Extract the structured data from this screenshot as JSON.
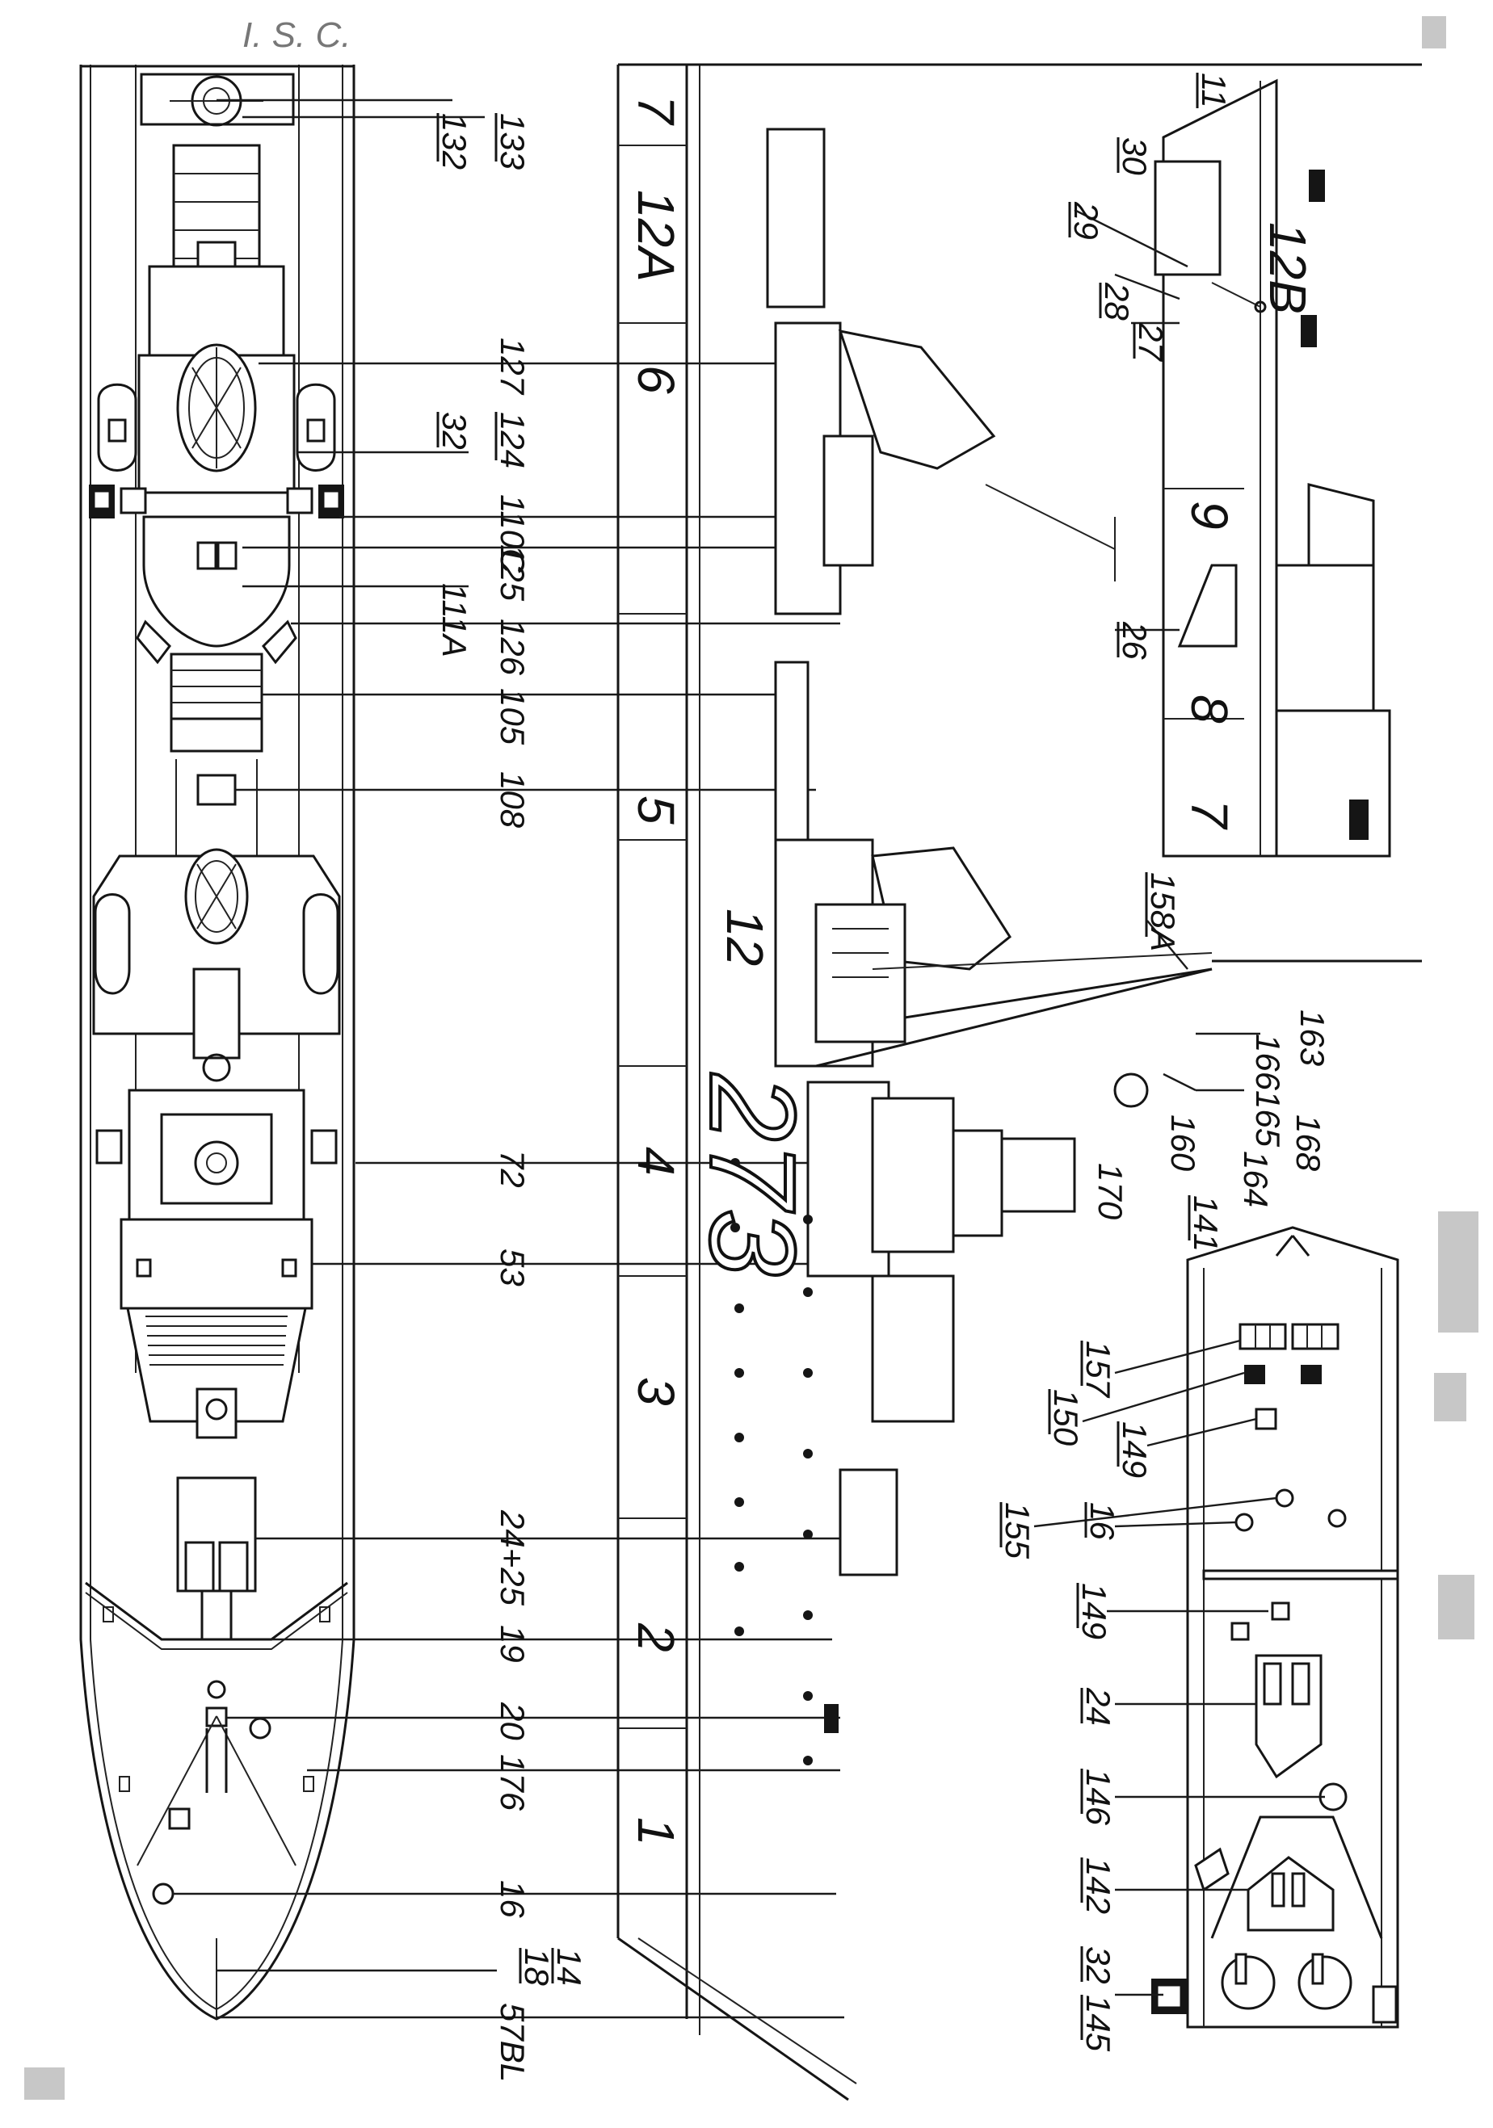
{
  "page": {
    "handwritten_note": "I. S. C.",
    "ink_color": "#151515",
    "paper_color": "#ffffff"
  },
  "plan_view": {
    "callouts": [
      {
        "label": "132",
        "underline": true
      },
      {
        "label": "133",
        "underline": true
      },
      {
        "label": "127",
        "underline": false
      },
      {
        "label": "32",
        "underline": true
      },
      {
        "label": "124",
        "underline": true
      },
      {
        "label": "110C",
        "underline": false
      },
      {
        "label": "125",
        "underline": false
      },
      {
        "label": "111A",
        "underline": false
      },
      {
        "label": "126",
        "underline": false
      },
      {
        "label": "105",
        "underline": false
      },
      {
        "label": "108",
        "underline": false
      },
      {
        "label": "72",
        "underline": false
      },
      {
        "label": "53",
        "underline": false
      },
      {
        "label": "24+25",
        "underline": false
      },
      {
        "label": "19",
        "underline": false
      },
      {
        "label": "20",
        "underline": false
      },
      {
        "label": "176",
        "underline": false
      },
      {
        "label": "16",
        "underline": false
      },
      {
        "label": "18",
        "underline": true
      },
      {
        "label": "14",
        "underline": true
      },
      {
        "label": "57BL",
        "underline": false
      }
    ]
  },
  "profile_view": {
    "hull_number": "273",
    "section_labels": [
      "7",
      "12A",
      "6",
      "5",
      "12",
      "4",
      "3",
      "2",
      "1"
    ],
    "callouts": [
      {
        "label": "158A",
        "underline": true
      },
      {
        "label": "163",
        "underline": false
      },
      {
        "label": "166",
        "underline": false
      },
      {
        "label": "165",
        "underline": false
      },
      {
        "label": "168",
        "underline": false
      },
      {
        "label": "164",
        "underline": false
      },
      {
        "label": "160",
        "underline": false
      },
      {
        "label": "170",
        "underline": false
      }
    ]
  },
  "stern_detail": {
    "section_labels": [
      "12B",
      "9",
      "8",
      "7"
    ],
    "callouts": [
      {
        "label": "11",
        "underline": true
      },
      {
        "label": "30",
        "underline": true
      },
      {
        "label": "29",
        "underline": true
      },
      {
        "label": "28",
        "underline": true
      },
      {
        "label": "27",
        "underline": true
      },
      {
        "label": "26",
        "underline": true
      }
    ]
  },
  "bow_detail": {
    "callouts": [
      {
        "label": "141",
        "underline": true
      },
      {
        "label": "157",
        "underline": true
      },
      {
        "label": "150",
        "underline": true
      },
      {
        "label": "149",
        "underline": true
      },
      {
        "label": "155",
        "underline": true
      },
      {
        "label": "16",
        "underline": true
      },
      {
        "label": "149",
        "underline": true
      },
      {
        "label": "24",
        "underline": true
      },
      {
        "label": "146",
        "underline": true
      },
      {
        "label": "142",
        "underline": true
      },
      {
        "label": "32",
        "underline": true
      },
      {
        "label": "145",
        "underline": true
      }
    ]
  }
}
